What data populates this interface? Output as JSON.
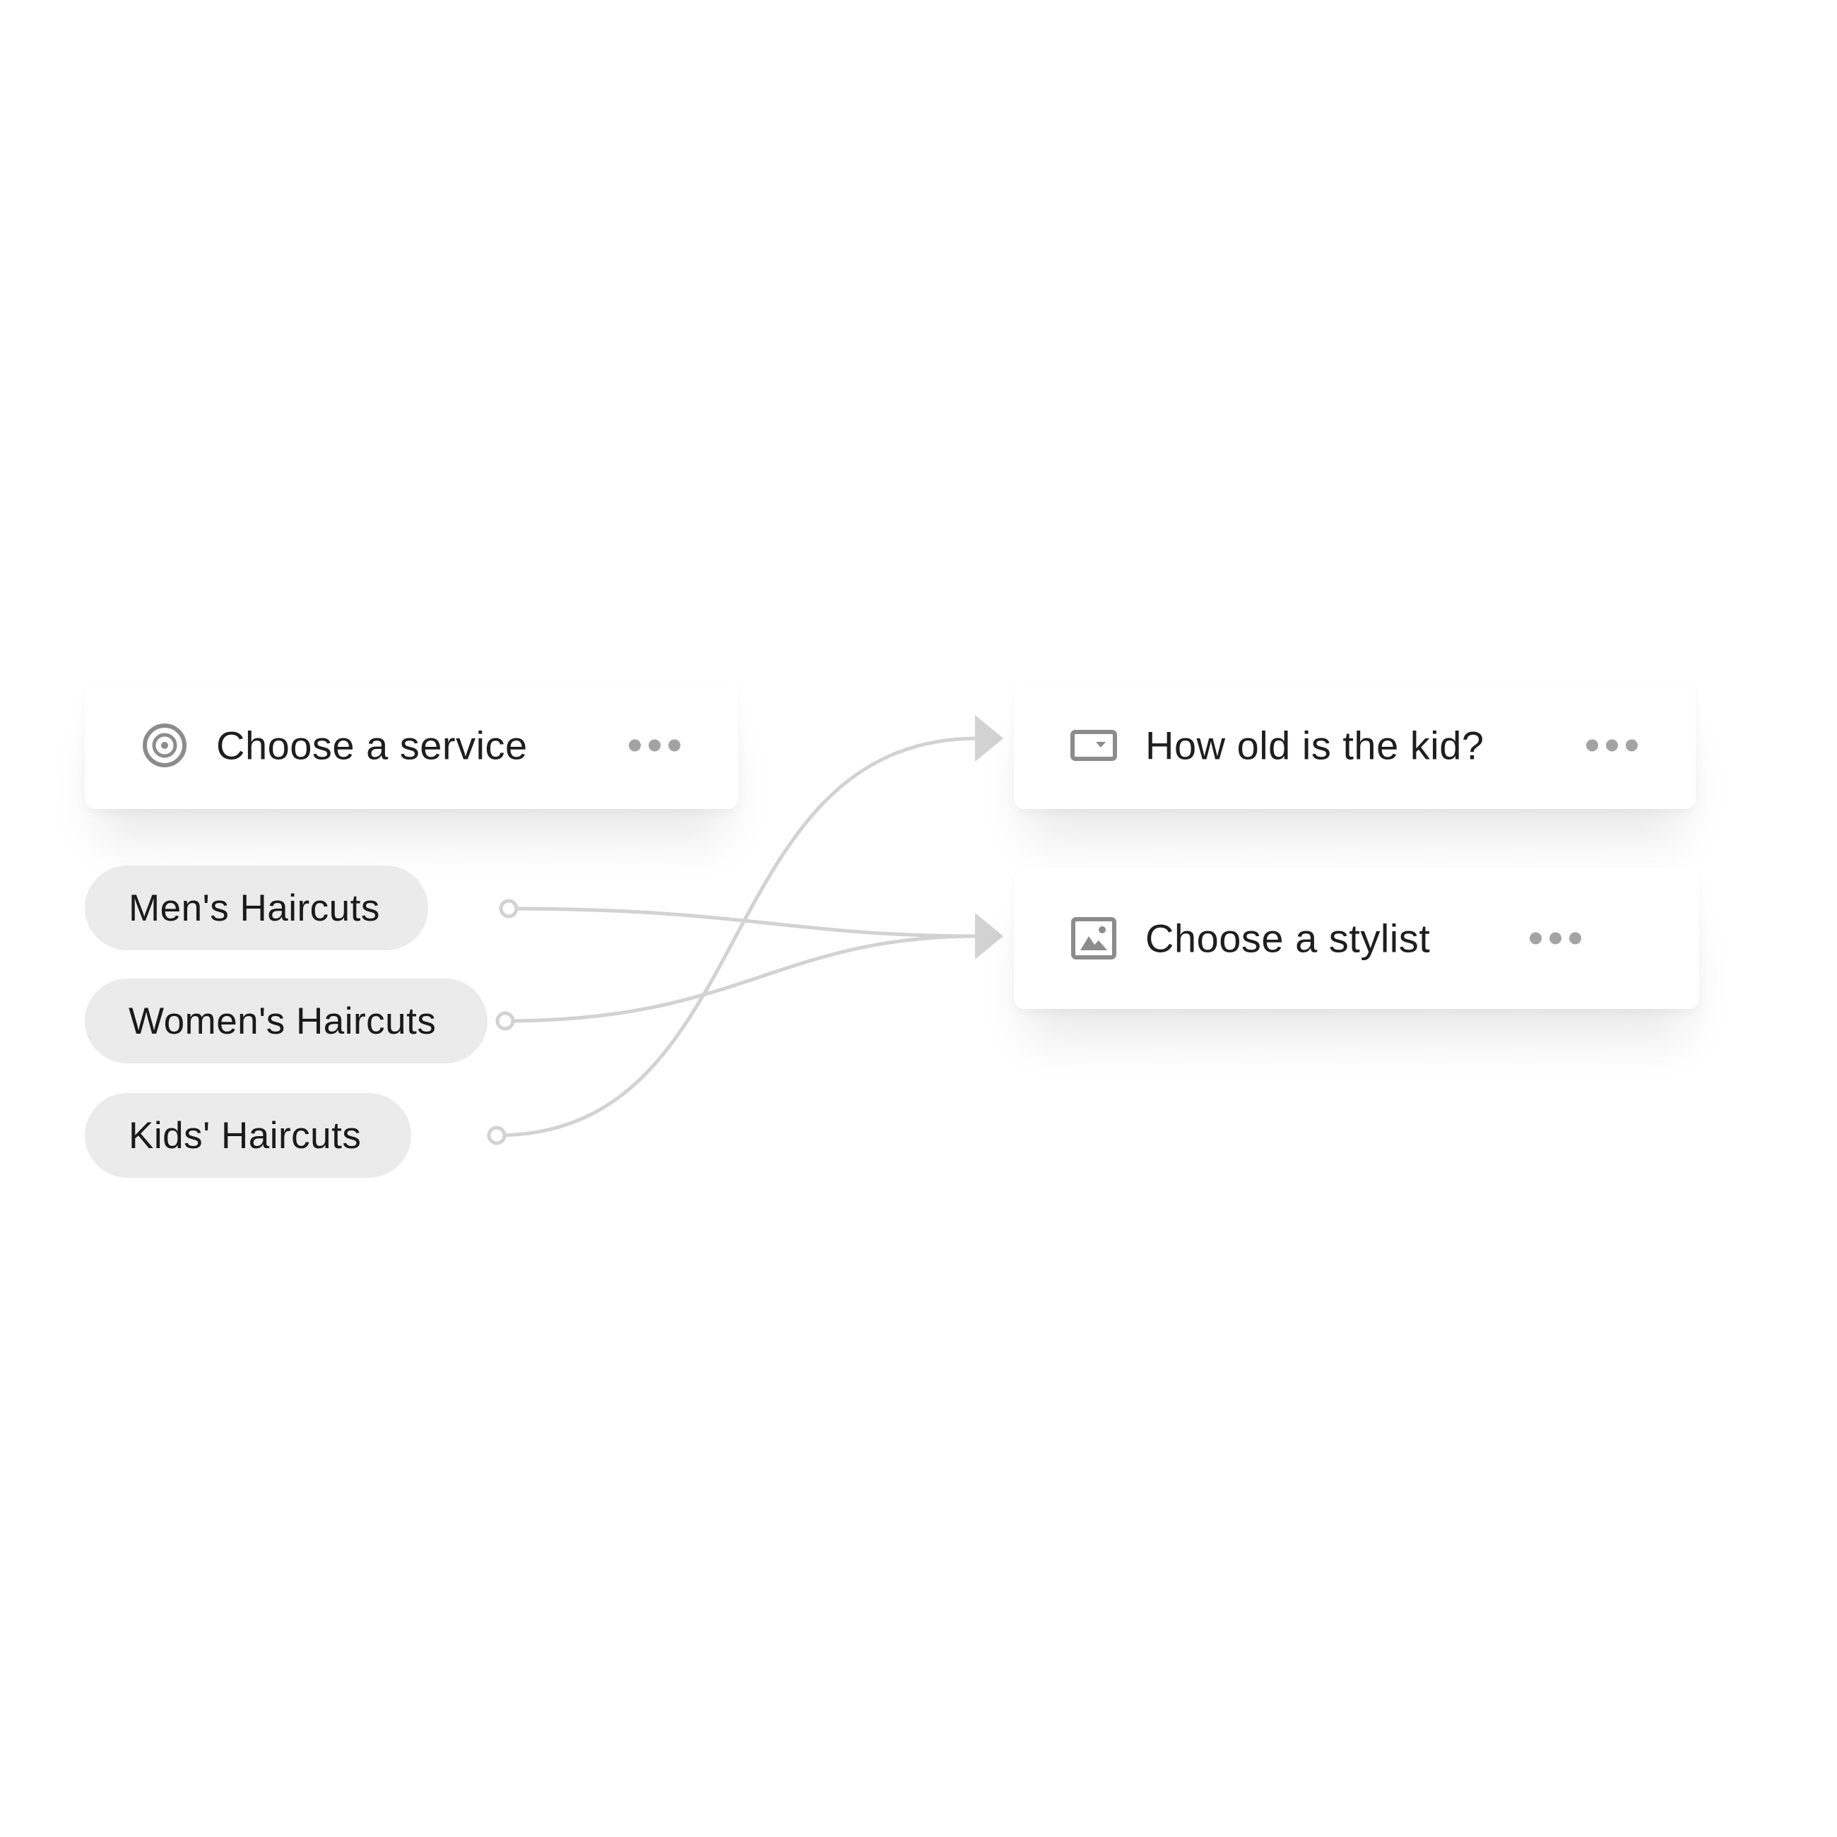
{
  "colors": {
    "background": "#ffffff",
    "connector": "#d2d2d2",
    "pill_background": "#ebebeb",
    "icon": "#8c8c8c",
    "text": "#1e1e1e"
  },
  "cards": {
    "service": {
      "title": "Choose a service",
      "icon": "target-icon"
    },
    "kid_age": {
      "title": "How old is the kid?",
      "icon": "dropdown-field-icon"
    },
    "stylist": {
      "title": "Choose a stylist",
      "icon": "image-icon"
    }
  },
  "options": [
    {
      "label": "Men's Haircuts",
      "target": "stylist"
    },
    {
      "label": "Women's Haircuts",
      "target": "stylist"
    },
    {
      "label": "Kids' Haircuts",
      "target": "kid_age"
    }
  ]
}
